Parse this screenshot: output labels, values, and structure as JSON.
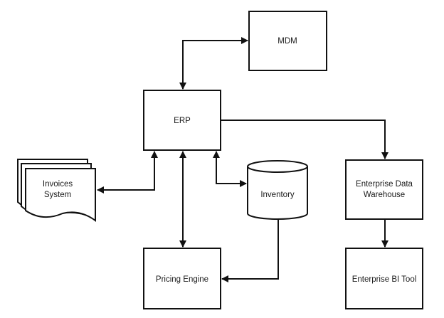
{
  "diagram": {
    "nodes": [
      {
        "id": "mdm",
        "label_lines": [
          "MDM"
        ],
        "shape": "rectangle"
      },
      {
        "id": "erp",
        "label_lines": [
          "ERP"
        ],
        "shape": "rectangle"
      },
      {
        "id": "invoices",
        "label_lines": [
          "Invoices",
          "System"
        ],
        "shape": "multi-document"
      },
      {
        "id": "inventory",
        "label_lines": [
          "Inventory"
        ],
        "shape": "cylinder"
      },
      {
        "id": "pricing",
        "label_lines": [
          "Pricing Engine"
        ],
        "shape": "rectangle"
      },
      {
        "id": "edw",
        "label_lines": [
          "Enterprise Data",
          "Warehouse"
        ],
        "shape": "rectangle"
      },
      {
        "id": "bi",
        "label_lines": [
          "Enterprise BI Tool"
        ],
        "shape": "rectangle"
      }
    ],
    "edges": [
      {
        "from": "erp",
        "to": "mdm",
        "direction": "both"
      },
      {
        "from": "erp",
        "to": "edw",
        "direction": "forward"
      },
      {
        "from": "erp",
        "to": "invoices",
        "direction": "both"
      },
      {
        "from": "erp",
        "to": "pricing",
        "direction": "both"
      },
      {
        "from": "erp",
        "to": "inventory",
        "direction": "both"
      },
      {
        "from": "inventory",
        "to": "pricing",
        "direction": "forward"
      },
      {
        "from": "edw",
        "to": "bi",
        "direction": "forward"
      }
    ],
    "colors": {
      "stroke": "#111111",
      "fill": "#ffffff",
      "text": "#1a1a1a"
    }
  }
}
